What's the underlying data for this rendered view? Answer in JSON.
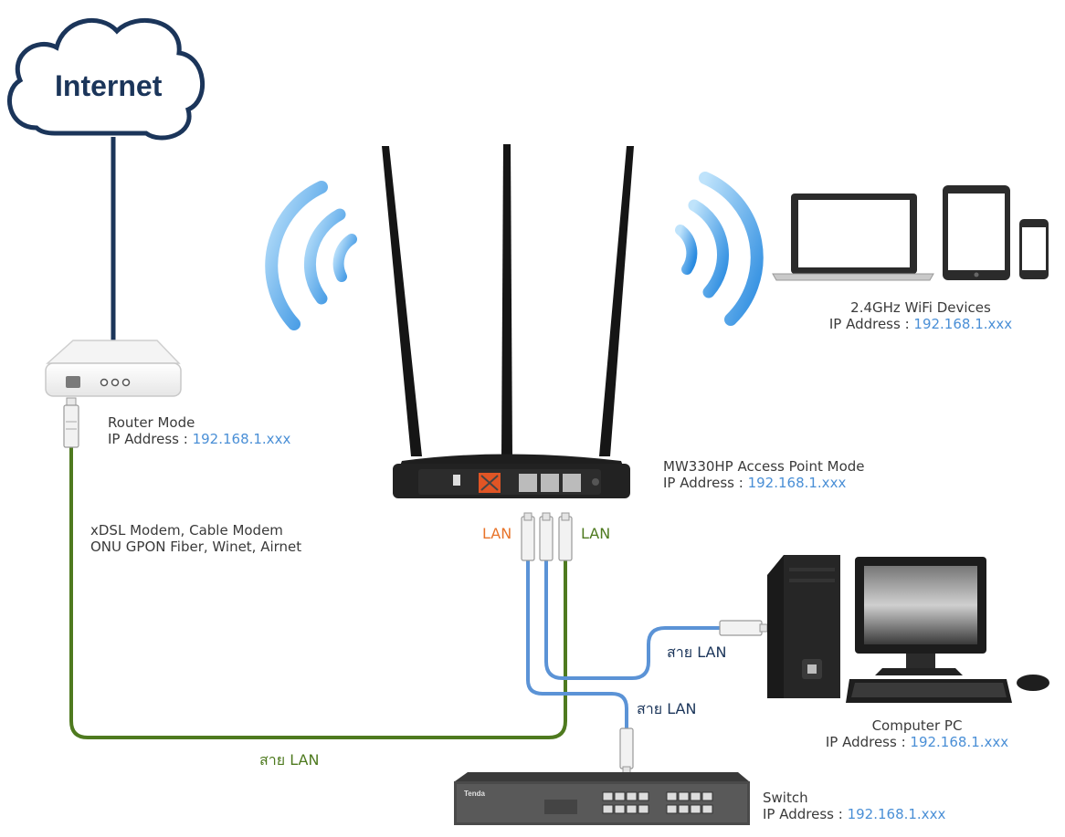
{
  "internet": {
    "label": "Internet"
  },
  "router": {
    "mode": "Router Mode",
    "ip_label": "IP Address :",
    "ip": "192.168.1.xxx"
  },
  "modem_types": {
    "line1": "xDSL Modem, Cable Modem",
    "line2": "ONU GPON Fiber, Winet, Airnet"
  },
  "access_point": {
    "mode": "MW330HP Access Point Mode",
    "ip_label": "IP Address :",
    "ip": "192.168.1.xxx"
  },
  "wifi_devices": {
    "title": "2.4GHz WiFi Devices",
    "ip_label": "IP Address :",
    "ip": "192.168.1.xxx"
  },
  "ports": {
    "left": "LAN",
    "right": "LAN"
  },
  "cables": {
    "router_cable": "สาย LAN",
    "pc_cable": "สาย LAN",
    "switch_cable": "สาย LAN"
  },
  "computer": {
    "title": "Computer PC",
    "ip_label": "IP Address :",
    "ip": "192.168.1.xxx"
  },
  "switch": {
    "title": "Switch",
    "ip_label": "IP Address :",
    "ip": "192.168.1.xxx",
    "brand": "Tenda"
  },
  "colors": {
    "green_cable": "#4e7a1f",
    "blue_cable": "#5b93d6",
    "orange_lan": "#e8742a",
    "cloud_stroke": "#1b355a"
  },
  "icons": [
    "cloud-icon",
    "router-icon",
    "access-point-icon",
    "wifi-waves-icon",
    "laptop-icon",
    "tablet-icon",
    "phone-icon",
    "computer-tower-icon",
    "monitor-icon",
    "keyboard-icon",
    "mouse-icon",
    "switch-icon",
    "rj45-plug-icon"
  ]
}
